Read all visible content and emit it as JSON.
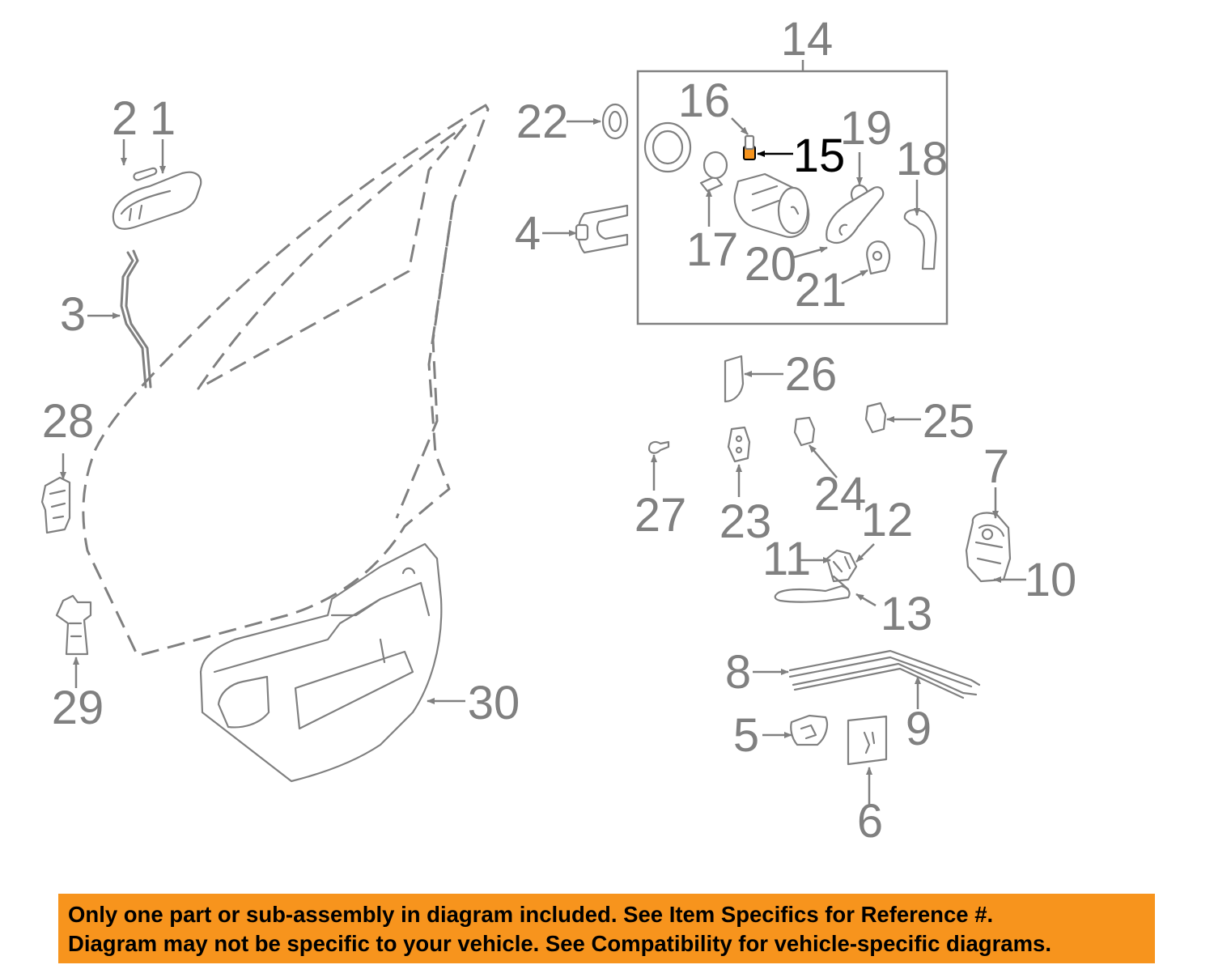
{
  "diagram": {
    "highlighted_part": "15",
    "highlight_color": "#f7941d",
    "callouts": [
      {
        "id": "1",
        "label": "1"
      },
      {
        "id": "2",
        "label": "2"
      },
      {
        "id": "3",
        "label": "3"
      },
      {
        "id": "4",
        "label": "4"
      },
      {
        "id": "5",
        "label": "5"
      },
      {
        "id": "6",
        "label": "6"
      },
      {
        "id": "7",
        "label": "7"
      },
      {
        "id": "8",
        "label": "8"
      },
      {
        "id": "9",
        "label": "9"
      },
      {
        "id": "10",
        "label": "10"
      },
      {
        "id": "11",
        "label": "11"
      },
      {
        "id": "12",
        "label": "12"
      },
      {
        "id": "13",
        "label": "13"
      },
      {
        "id": "14",
        "label": "14"
      },
      {
        "id": "15",
        "label": "15"
      },
      {
        "id": "16",
        "label": "16"
      },
      {
        "id": "17",
        "label": "17"
      },
      {
        "id": "18",
        "label": "18"
      },
      {
        "id": "19",
        "label": "19"
      },
      {
        "id": "20",
        "label": "20"
      },
      {
        "id": "21",
        "label": "21"
      },
      {
        "id": "22",
        "label": "22"
      },
      {
        "id": "23",
        "label": "23"
      },
      {
        "id": "24",
        "label": "24"
      },
      {
        "id": "25",
        "label": "25"
      },
      {
        "id": "26",
        "label": "26"
      },
      {
        "id": "27",
        "label": "27"
      },
      {
        "id": "28",
        "label": "28"
      },
      {
        "id": "29",
        "label": "29"
      },
      {
        "id": "30",
        "label": "30"
      }
    ]
  },
  "banner": {
    "color": "#f7941d",
    "line1": "Only one part or sub-assembly in diagram included. See Item Specifics for Reference #.",
    "line2": "Diagram may not be specific to your vehicle. See Compatibility for vehicle-specific diagrams."
  }
}
